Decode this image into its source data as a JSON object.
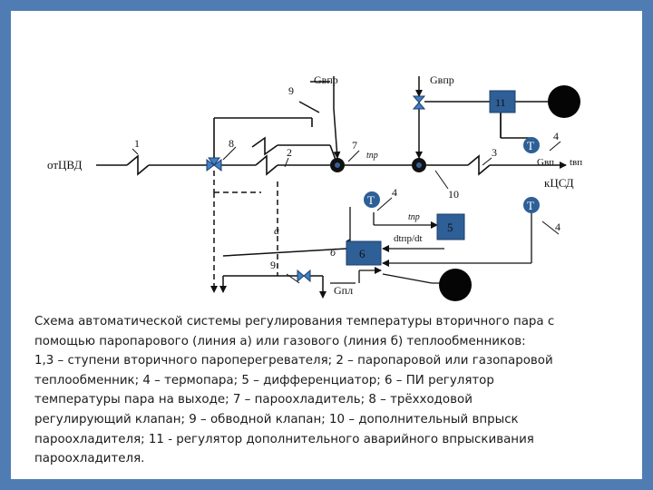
{
  "colors": {
    "frame": "#4f7db3",
    "line": "#111111",
    "box": "#2e5f97",
    "box_stroke": "#1d3f6a",
    "sensor": "#2e5f97",
    "valve": "#3f7fc4",
    "node_dot": "#3a5f99"
  },
  "diagram": {
    "inlet": "отЦВД",
    "outlet": "кЦСД",
    "g_top_left": "Gвпр",
    "g_top_right": "Gвпр",
    "g_gas": "Gпл",
    "sensor_letter": "T",
    "out_temp_left": "Gвп",
    "out_temp_right": "tвп",
    "t_interm": "tпр",
    "t_interm2": "tпр",
    "deriv": "dtпр/dt",
    "line_a": "а",
    "line_b": "б",
    "labels": {
      "n1": "1",
      "n2": "2",
      "n3": "3",
      "n4a": "4",
      "n4b": "4",
      "n4c": "4",
      "n5": "5",
      "n6": "6",
      "n7": "7",
      "n8": "8",
      "n9a": "9",
      "n9b": "9",
      "n10": "10",
      "n11": "11"
    }
  },
  "caption_lines": [
    "Схема автоматической системы регулирования температуры вторичного пара с",
    "помощью паропарового (линия а) или газового (линия б) теплообменников:",
    "1,3 – ступени вторичного пароперегревателя; 2 – паропаровой или газопаровой",
    "теплообменник; 4 – термопара; 5 – дифференциатор; 6 – ПИ регулятор",
    "температуры пара на выходе; 7 – пароохладитель; 8 – трёхходовой",
    "регулирующий клапан; 9 – обводной клапан; 10 – дополнительный впрыск",
    "пароохладителя; 11 - регулятор дополнительного аварийного впрыскивания",
    "пароохладителя."
  ]
}
